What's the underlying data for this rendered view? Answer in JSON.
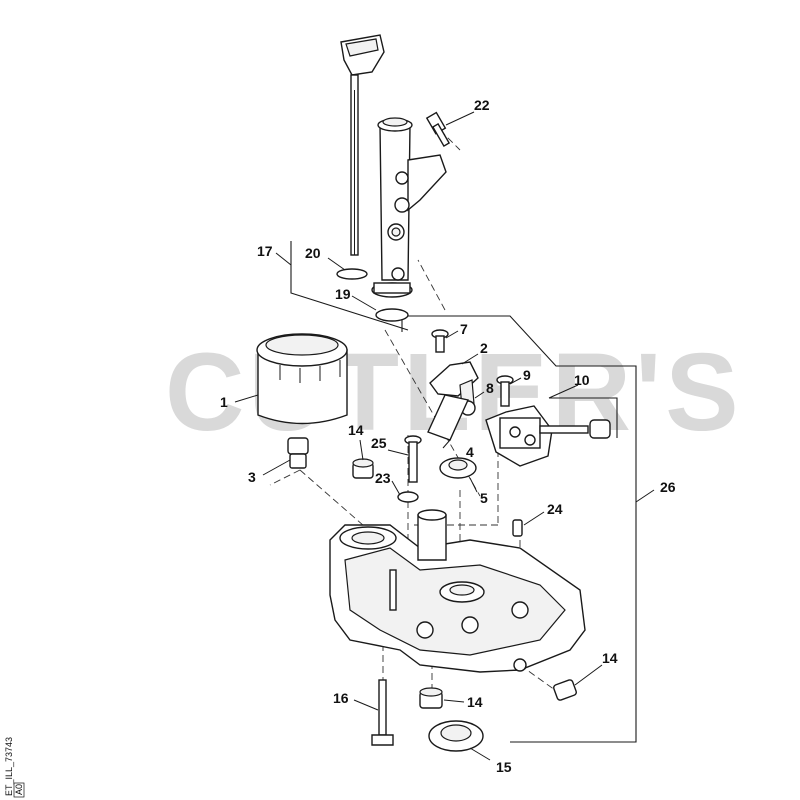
{
  "watermark": "CUTLER'S",
  "doc_id": "ET_ILL_73743",
  "doc_rev": "A0",
  "callouts": {
    "c1": "1",
    "c2": "2",
    "c3": "3",
    "c4": "4",
    "c5": "5",
    "c7": "7",
    "c8": "8",
    "c9": "9",
    "c10": "10",
    "c14a": "14",
    "c14b": "14",
    "c14c": "14",
    "c15": "15",
    "c16": "16",
    "c17": "17",
    "c19": "19",
    "c20": "20",
    "c22": "22",
    "c23": "23",
    "c24": "24",
    "c25": "25",
    "c26": "26"
  }
}
